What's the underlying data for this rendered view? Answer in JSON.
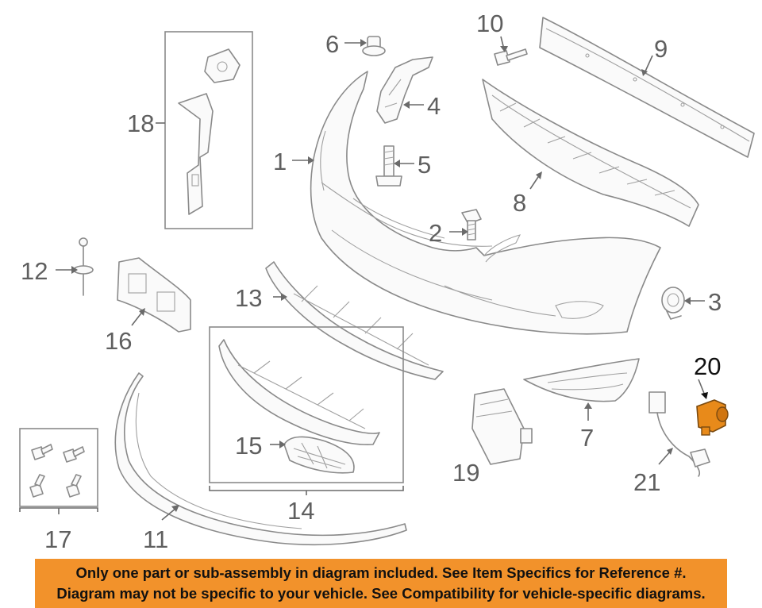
{
  "callouts": [
    {
      "id": "1",
      "text": "1"
    },
    {
      "id": "2",
      "text": "2"
    },
    {
      "id": "3",
      "text": "3"
    },
    {
      "id": "4",
      "text": "4"
    },
    {
      "id": "5",
      "text": "5"
    },
    {
      "id": "6",
      "text": "6"
    },
    {
      "id": "7",
      "text": "7"
    },
    {
      "id": "8",
      "text": "8"
    },
    {
      "id": "9",
      "text": "9"
    },
    {
      "id": "10",
      "text": "10"
    },
    {
      "id": "11",
      "text": "11"
    },
    {
      "id": "12",
      "text": "12"
    },
    {
      "id": "13",
      "text": "13"
    },
    {
      "id": "14",
      "text": "14"
    },
    {
      "id": "15",
      "text": "15"
    },
    {
      "id": "16",
      "text": "16"
    },
    {
      "id": "17",
      "text": "17"
    },
    {
      "id": "18",
      "text": "18"
    },
    {
      "id": "19",
      "text": "19"
    },
    {
      "id": "20",
      "text": "20"
    },
    {
      "id": "21",
      "text": "21"
    }
  ],
  "highlighted_part": "20",
  "colors": {
    "highlight_part": "#e88a1a",
    "banner": "#f2922b",
    "line_art": "#8a8a8a",
    "label": "#5f5f5f"
  },
  "banner": {
    "line1": "Only one part or sub-assembly in diagram included. See Item Specifics for Reference #.",
    "line2": "Diagram may not be specific to your vehicle. See Compatibility for vehicle-specific diagrams."
  }
}
